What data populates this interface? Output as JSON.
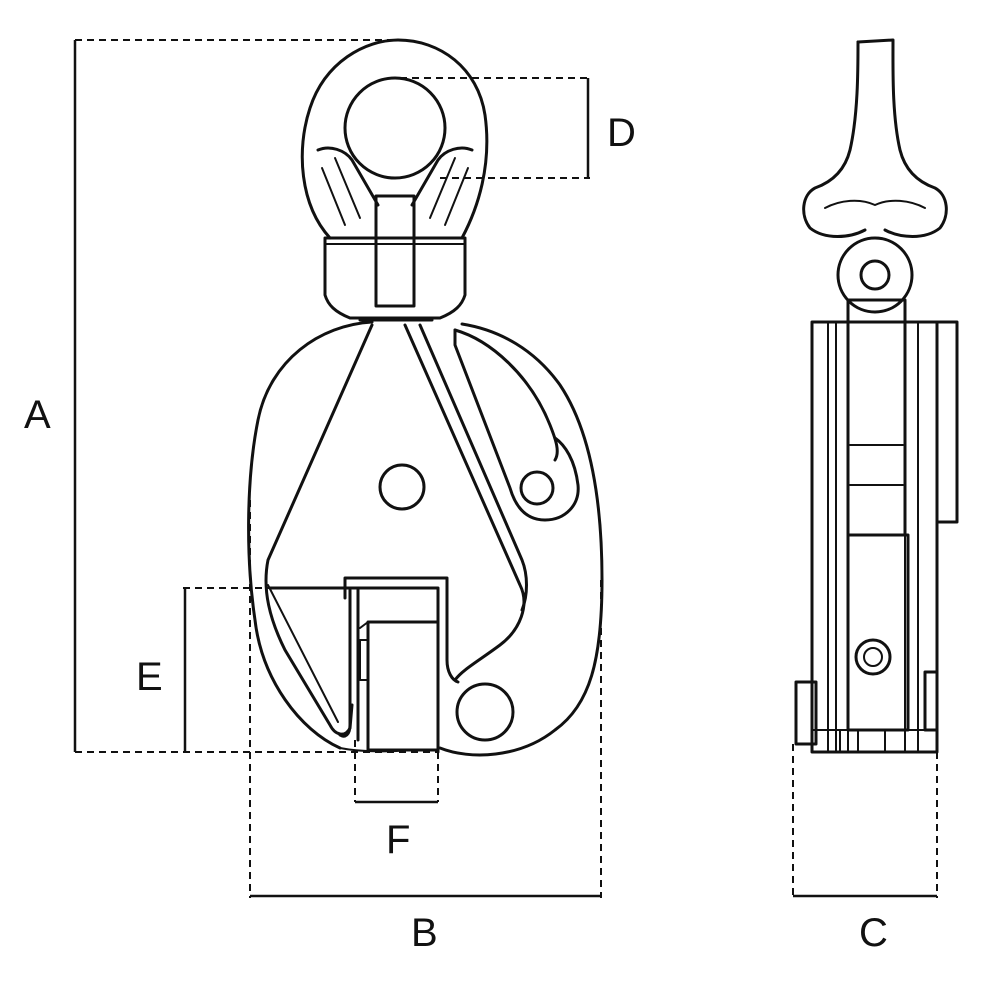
{
  "dimensions": {
    "A": "A",
    "B": "B",
    "C": "C",
    "D": "D",
    "E": "E",
    "F": "F"
  }
}
